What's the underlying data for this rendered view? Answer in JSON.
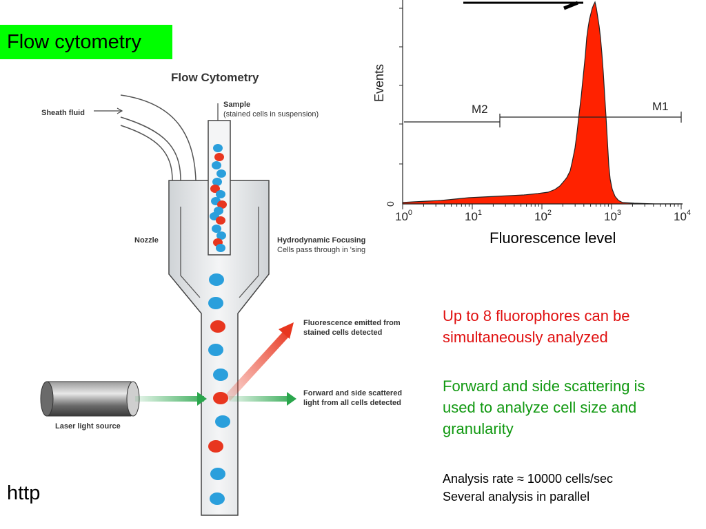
{
  "slide": {
    "title": "Flow cytometry",
    "url_fragment": "http"
  },
  "diagram": {
    "heading": "Flow Cytometry",
    "sheath_fluid": "Sheath fluid",
    "sample": "Sample",
    "sample_detail": "(stained cells in suspension)",
    "nozzle": "Nozzle",
    "hydro_title": "Hydrodynamic Focusing",
    "hydro_detail": "Cells pass through in 'sing",
    "fluor_line1": "Fluorescence emitted from",
    "fluor_line2": "stained cells detected",
    "scatter_line1": "Forward and side scattered",
    "scatter_line2": "light from all cells detected",
    "laser": "Laser light source",
    "colors": {
      "cell_blue": "#2a9fdc",
      "cell_red": "#e8361f",
      "green_light": "#2aa64c",
      "red_arrow": "#e8361f"
    }
  },
  "histogram": {
    "ylabel": "Events",
    "xlabel": "Fluorescence level",
    "y_tick": "0",
    "x_ticks": [
      {
        "base": "10",
        "exp": "0"
      },
      {
        "base": "10",
        "exp": "1"
      },
      {
        "base": "10",
        "exp": "2"
      },
      {
        "base": "10",
        "exp": "3"
      },
      {
        "base": "10",
        "exp": "4"
      }
    ],
    "markers": [
      {
        "label": "M2"
      },
      {
        "label": "M1"
      }
    ],
    "fill_color": "#ff2200"
  },
  "notes": {
    "red_text": "Up to 8 fluorophores can be simultaneously analyzed",
    "green_text": "Forward and side scattering is used to analyze cell size and granularity",
    "black_line1": "Analysis rate ≈ 10000 cells/sec",
    "black_line2": "Several analysis in parallel",
    "colors": {
      "red": "#e01010",
      "green": "#119911"
    }
  }
}
